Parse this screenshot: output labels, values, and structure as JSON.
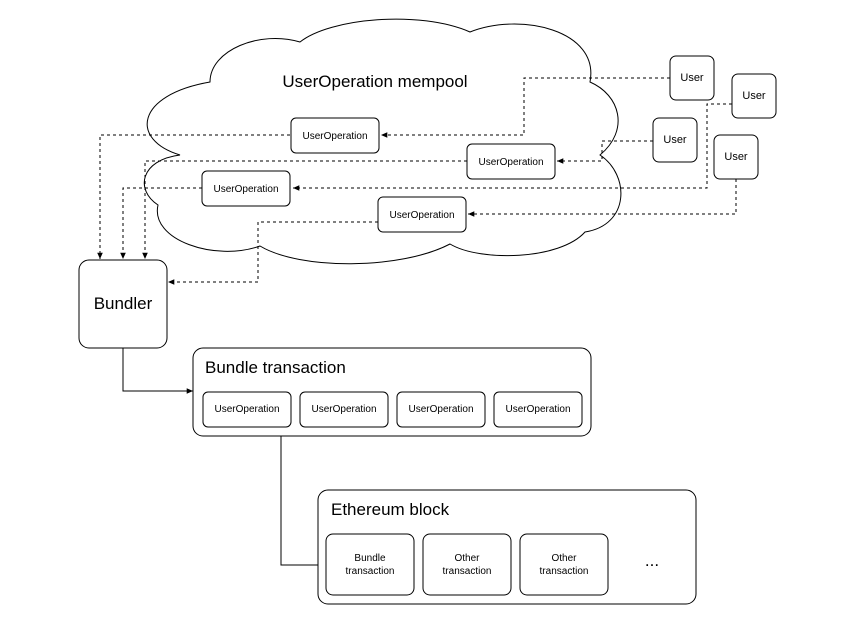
{
  "mempool": {
    "title": "UserOperation mempool"
  },
  "users": [
    "User",
    "User",
    "User",
    "User"
  ],
  "mempool_ops": [
    "UserOperation",
    "UserOperation",
    "UserOperation",
    "UserOperation"
  ],
  "bundler": {
    "label": "Bundler"
  },
  "bundle_transaction": {
    "title": "Bundle transaction",
    "ops": [
      "UserOperation",
      "UserOperation",
      "UserOperation",
      "UserOperation"
    ]
  },
  "ethereum_block": {
    "title": "Ethereum block",
    "items": [
      {
        "line1": "Bundle",
        "line2": "transaction"
      },
      {
        "line1": "Other",
        "line2": "transaction"
      },
      {
        "line1": "Other",
        "line2": "transaction"
      }
    ],
    "ellipsis": "..."
  }
}
